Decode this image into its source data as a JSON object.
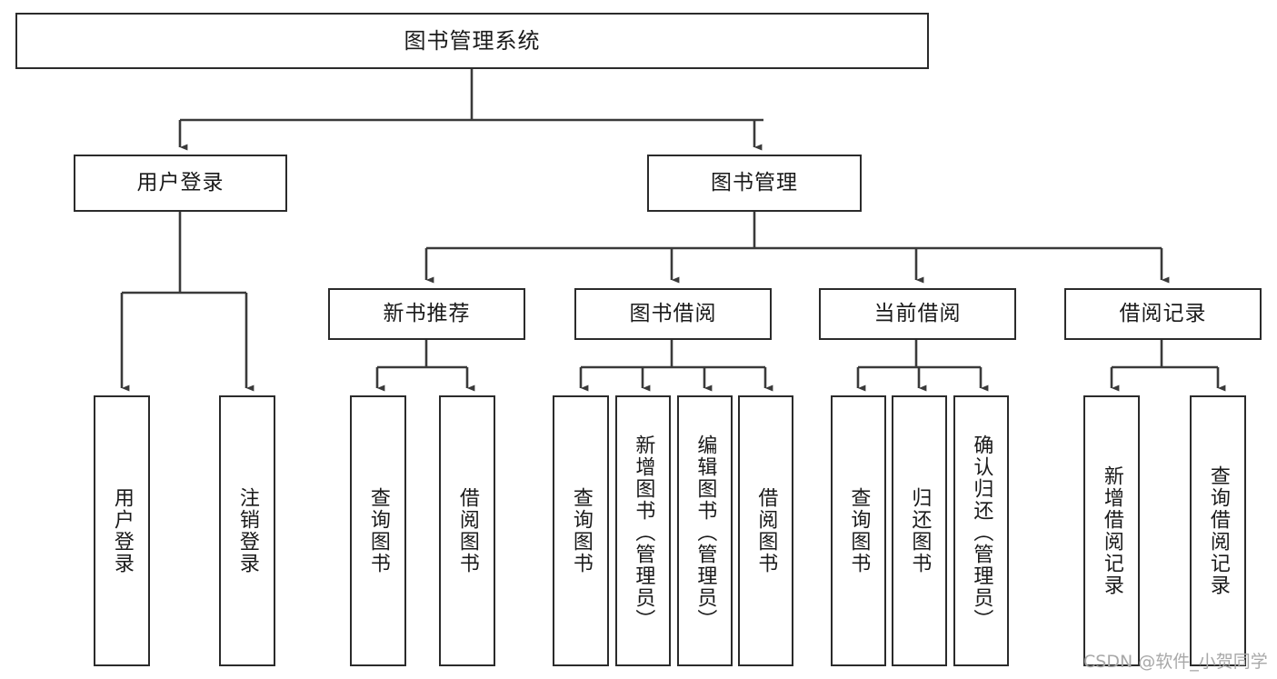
{
  "diagram": {
    "title": "图书管理系统",
    "type": "hierarchy-tree",
    "colors": {
      "box_border": "#2b2b2b",
      "box_fill": "#ffffff",
      "connector": "#3a3a3a",
      "text": "#1a1a1a",
      "watermark": "#a8a8a8"
    },
    "levels": [
      {
        "level": 1,
        "nodes": [
          {
            "id": "root",
            "label": "图书管理系统",
            "orientation": "horizontal"
          }
        ]
      },
      {
        "level": 2,
        "nodes": [
          {
            "id": "login",
            "label": "用户登录",
            "orientation": "horizontal",
            "parent": "root"
          },
          {
            "id": "bookmgmt",
            "label": "图书管理",
            "orientation": "horizontal",
            "parent": "root"
          }
        ]
      },
      {
        "level": 3,
        "nodes": [
          {
            "id": "newbook",
            "label": "新书推荐",
            "orientation": "horizontal",
            "parent": "bookmgmt"
          },
          {
            "id": "borrow",
            "label": "图书借阅",
            "orientation": "horizontal",
            "parent": "bookmgmt"
          },
          {
            "id": "current",
            "label": "当前借阅",
            "orientation": "horizontal",
            "parent": "bookmgmt"
          },
          {
            "id": "records",
            "label": "借阅记录",
            "orientation": "horizontal",
            "parent": "bookmgmt"
          }
        ]
      },
      {
        "level": 4,
        "nodes": [
          {
            "id": "leaf1",
            "label": "用户登录",
            "orientation": "vertical",
            "parent": "login"
          },
          {
            "id": "leaf2",
            "label": "注销登录",
            "orientation": "vertical",
            "parent": "login"
          },
          {
            "id": "leaf3",
            "label": "查询图书",
            "orientation": "vertical",
            "parent": "newbook"
          },
          {
            "id": "leaf4",
            "label": "借阅图书",
            "orientation": "vertical",
            "parent": "newbook"
          },
          {
            "id": "leaf5",
            "label": "查询图书",
            "orientation": "vertical",
            "parent": "borrow"
          },
          {
            "id": "leaf6",
            "label": "新增图书（管理员）",
            "orientation": "vertical",
            "parent": "borrow"
          },
          {
            "id": "leaf7",
            "label": "编辑图书（管理员）",
            "orientation": "vertical",
            "parent": "borrow"
          },
          {
            "id": "leaf8",
            "label": "借阅图书",
            "orientation": "vertical",
            "parent": "borrow"
          },
          {
            "id": "leaf9",
            "label": "查询图书",
            "orientation": "vertical",
            "parent": "current"
          },
          {
            "id": "leaf10",
            "label": "归还图书",
            "orientation": "vertical",
            "parent": "current"
          },
          {
            "id": "leaf11",
            "label": "确认归还（管理员）",
            "orientation": "vertical",
            "parent": "current"
          },
          {
            "id": "leaf12",
            "label": "新增借阅记录",
            "orientation": "vertical",
            "parent": "records"
          },
          {
            "id": "leaf13",
            "label": "查询借阅记录",
            "orientation": "vertical",
            "parent": "records"
          }
        ]
      }
    ]
  },
  "watermark": {
    "text": "CSDN @软件_小贺同学"
  }
}
